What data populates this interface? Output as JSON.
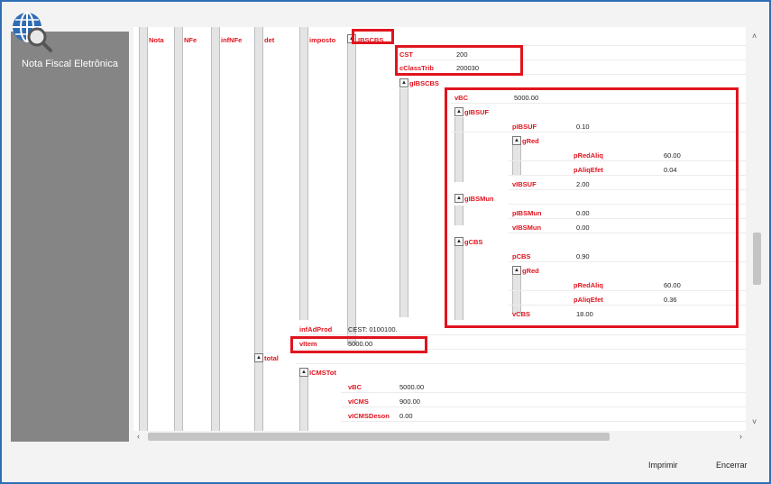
{
  "sidebar": {
    "title": "Nota Fiscal Eletrônica"
  },
  "columns": {
    "nota": "Nota",
    "nfe": "NFe",
    "infnfe": "infNFe",
    "det": "det",
    "imposto": "imposto",
    "ibscbs": "IBSCBS"
  },
  "fields": {
    "cst_label": "CST",
    "cst_value": "200",
    "cclasstrib_label": "cClassTrib",
    "cclasstrib_value": "200030",
    "gibscbs": "gIBSCBS",
    "vbc_label": "vBC",
    "vbc_value": "5000.00",
    "gibsuf": "gIBSUF",
    "pibsuf_label": "pIBSUF",
    "pibsuf_value": "0.10",
    "gred1": "gRed",
    "predaliq1_label": "pRedAliq",
    "predaliq1_value": "60.00",
    "paliqefet1_label": "pAliqEfet",
    "paliqefet1_value": "0.04",
    "vibsuf_label": "vIBSUF",
    "vibsuf_value": "2.00",
    "gibsmun": "gIBSMun",
    "pibsmun_label": "pIBSMun",
    "pibsmun_value": "0.00",
    "vibsmun_label": "vIBSMun",
    "vibsmun_value": "0.00",
    "gcbs": "gCBS",
    "pcbs_label": "pCBS",
    "pcbs_value": "0.90",
    "gred2": "gRed",
    "predaliq2_label": "pRedAliq",
    "predaliq2_value": "60.00",
    "paliqefet2_label": "pAliqEfet",
    "paliqefet2_value": "0.36",
    "vcbs_label": "vCBS",
    "vcbs_value": "18.00",
    "infadprod_label": "infAdProd",
    "infadprod_value": "CEST: 0100100.",
    "vitem_label": "vItem",
    "vitem_value": "5000.00",
    "total": "total",
    "icmstot": "ICMSTot",
    "tot_vbc_label": "vBC",
    "tot_vbc_value": "5000.00",
    "tot_vicms_label": "vICMS",
    "tot_vicms_value": "900.00",
    "tot_vicmsdeson_label": "vICMSDeson",
    "tot_vicmsdeson_value": "0.00"
  },
  "buttons": {
    "print": "Imprimir",
    "close": "Encerrar"
  },
  "colors": {
    "highlight": "#e0141e",
    "sidebar": "#858585",
    "frame": "#2f6db5"
  }
}
